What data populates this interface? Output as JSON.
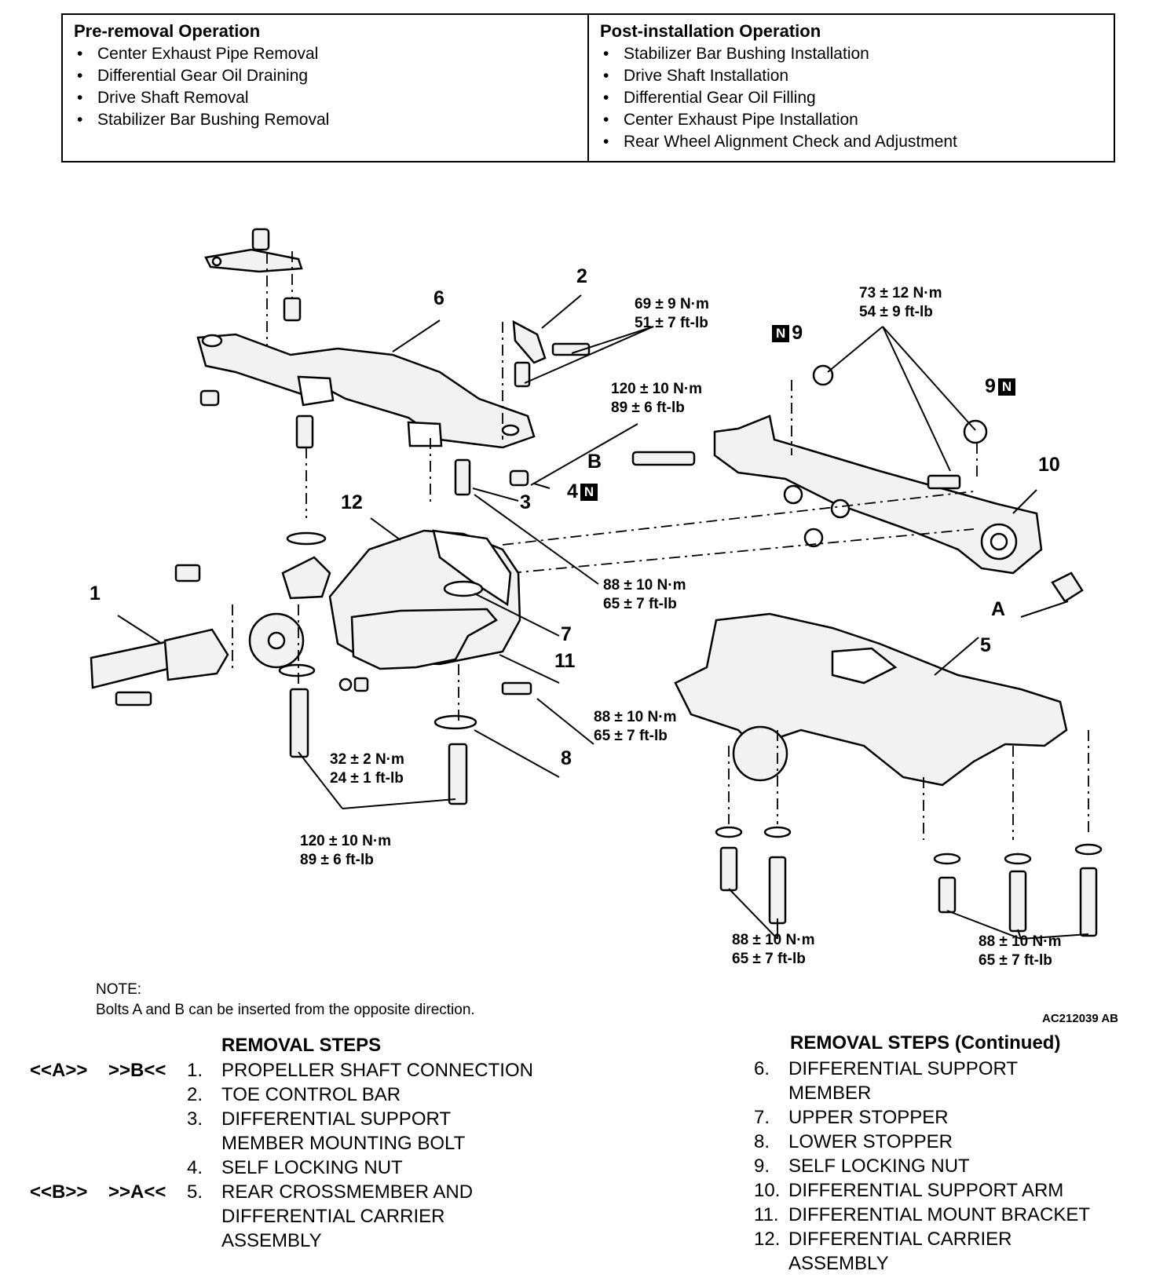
{
  "operations": {
    "pre_removal": {
      "title": "Pre-removal Operation",
      "items": [
        "Center Exhaust Pipe Removal",
        "Differential Gear Oil Draining",
        "Drive Shaft Removal",
        "Stabilizer Bar Bushing Removal"
      ]
    },
    "post_installation": {
      "title": "Post-installation Operation",
      "items": [
        "Stabilizer Bar Bushing Installation",
        "Drive Shaft Installation",
        "Differential Gear Oil Filling",
        "Center Exhaust Pipe Installation",
        "Rear Wheel Alignment Check and Adjustment"
      ]
    }
  },
  "diagram": {
    "labels": {
      "n1": "1",
      "n2": "2",
      "n3": "3",
      "n4": "4",
      "n5": "5",
      "n6": "6",
      "n7": "7",
      "n8": "8",
      "n9a": "9",
      "n9b": "9",
      "n10": "10",
      "n11": "11",
      "n12": "12",
      "A": "A",
      "B": "B",
      "nmark": "N"
    },
    "torques": {
      "t1_nm": "69 ± 9 N·m",
      "t1_ft": "51 ± 7 ft-lb",
      "t2_nm": "73 ± 12 N·m",
      "t2_ft": "54 ± 9 ft-lb",
      "t3_nm": "120 ± 10 N·m",
      "t3_ft": "89 ± 6 ft-lb",
      "t4_nm": "88 ± 10 N·m",
      "t4_ft": "65 ± 7 ft-lb",
      "t5_nm": "88 ± 10 N·m",
      "t5_ft": "65 ± 7 ft-lb",
      "t6_nm": "32 ± 2 N·m",
      "t6_ft": "24 ± 1 ft-lb",
      "t7_nm": "120 ± 10 N·m",
      "t7_ft": "89 ± 6 ft-lb",
      "t8_nm": "88 ± 10 N·m",
      "t8_ft": "65 ± 7 ft-lb",
      "t9_nm": "88 ± 10 N·m",
      "t9_ft": "65 ± 7 ft-lb"
    }
  },
  "note": {
    "title": "NOTE:",
    "text": "Bolts A and B can be inserted from the opposite direction."
  },
  "figure_code": "AC212039 AB",
  "removal_steps": {
    "title": "REMOVAL STEPS",
    "title_continued": "REMOVAL STEPS (Continued)",
    "left": [
      {
        "tag1": "<<A>>",
        "tag2": ">>B<<",
        "num": "1.",
        "lines": [
          "PROPELLER SHAFT CONNECTION"
        ]
      },
      {
        "tag1": "",
        "tag2": "",
        "num": "2.",
        "lines": [
          "TOE CONTROL BAR"
        ]
      },
      {
        "tag1": "",
        "tag2": "",
        "num": "3.",
        "lines": [
          "DIFFERENTIAL SUPPORT",
          "MEMBER MOUNTING BOLT"
        ]
      },
      {
        "tag1": "",
        "tag2": "",
        "num": "4.",
        "lines": [
          "SELF LOCKING NUT"
        ]
      },
      {
        "tag1": "<<B>>",
        "tag2": ">>A<<",
        "num": "5.",
        "lines": [
          "REAR CROSSMEMBER AND",
          "DIFFERENTIAL CARRIER",
          "ASSEMBLY"
        ]
      }
    ],
    "right": [
      {
        "num": "6.",
        "lines": [
          "DIFFERENTIAL SUPPORT",
          "MEMBER"
        ]
      },
      {
        "num": "7.",
        "lines": [
          "UPPER STOPPER"
        ]
      },
      {
        "num": "8.",
        "lines": [
          "LOWER STOPPER"
        ]
      },
      {
        "num": "9.",
        "lines": [
          "SELF LOCKING NUT"
        ]
      },
      {
        "num": "10.",
        "lines": [
          "DIFFERENTIAL SUPPORT ARM"
        ]
      },
      {
        "num": "11.",
        "lines": [
          "DIFFERENTIAL MOUNT BRACKET"
        ]
      },
      {
        "num": "12.",
        "lines": [
          "DIFFERENTIAL CARRIER",
          "ASSEMBLY"
        ]
      }
    ]
  }
}
